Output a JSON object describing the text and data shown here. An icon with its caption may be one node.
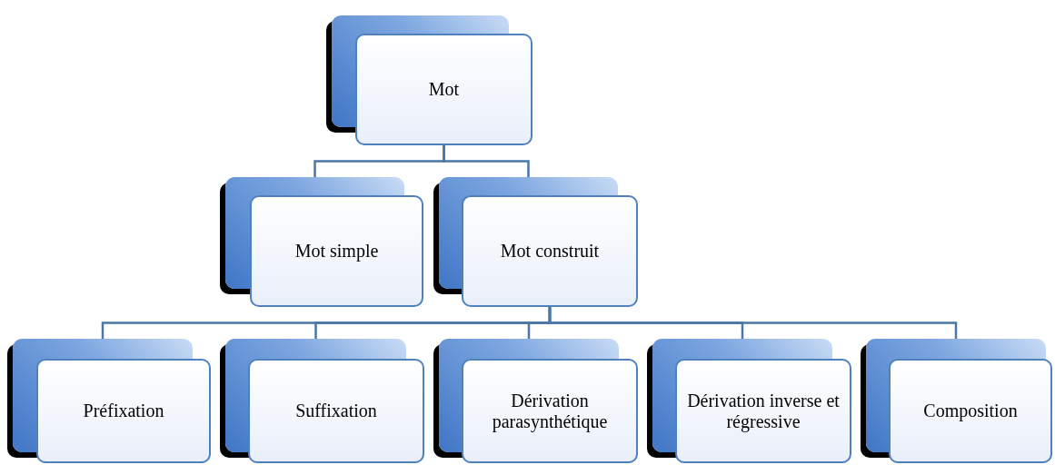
{
  "diagram": {
    "nodes": [
      {
        "text": [
          "Mot"
        ]
      },
      {
        "text": [
          "Mot simple"
        ]
      },
      {
        "text": [
          "Mot construit"
        ]
      },
      {
        "text": [
          "Préfixation"
        ]
      },
      {
        "text": [
          "Suffixation"
        ]
      },
      {
        "text": [
          "Dérivation parasynthétique"
        ]
      },
      {
        "text": [
          "Dérivation inverse et régressive"
        ]
      },
      {
        "text": [
          "Composition"
        ]
      }
    ],
    "edges": [
      {
        "from": 0,
        "to": 1,
        "arrow": "none"
      },
      {
        "from": 0,
        "to": 2,
        "arrow": "none"
      },
      {
        "from": 2,
        "to": 3,
        "arrow": "none"
      },
      {
        "from": 2,
        "to": 4,
        "arrow": "none"
      },
      {
        "from": 2,
        "to": 5,
        "arrow": "none"
      },
      {
        "from": 2,
        "to": 6,
        "arrow": "none"
      },
      {
        "from": 2,
        "to": 7,
        "arrow": "none"
      }
    ]
  }
}
